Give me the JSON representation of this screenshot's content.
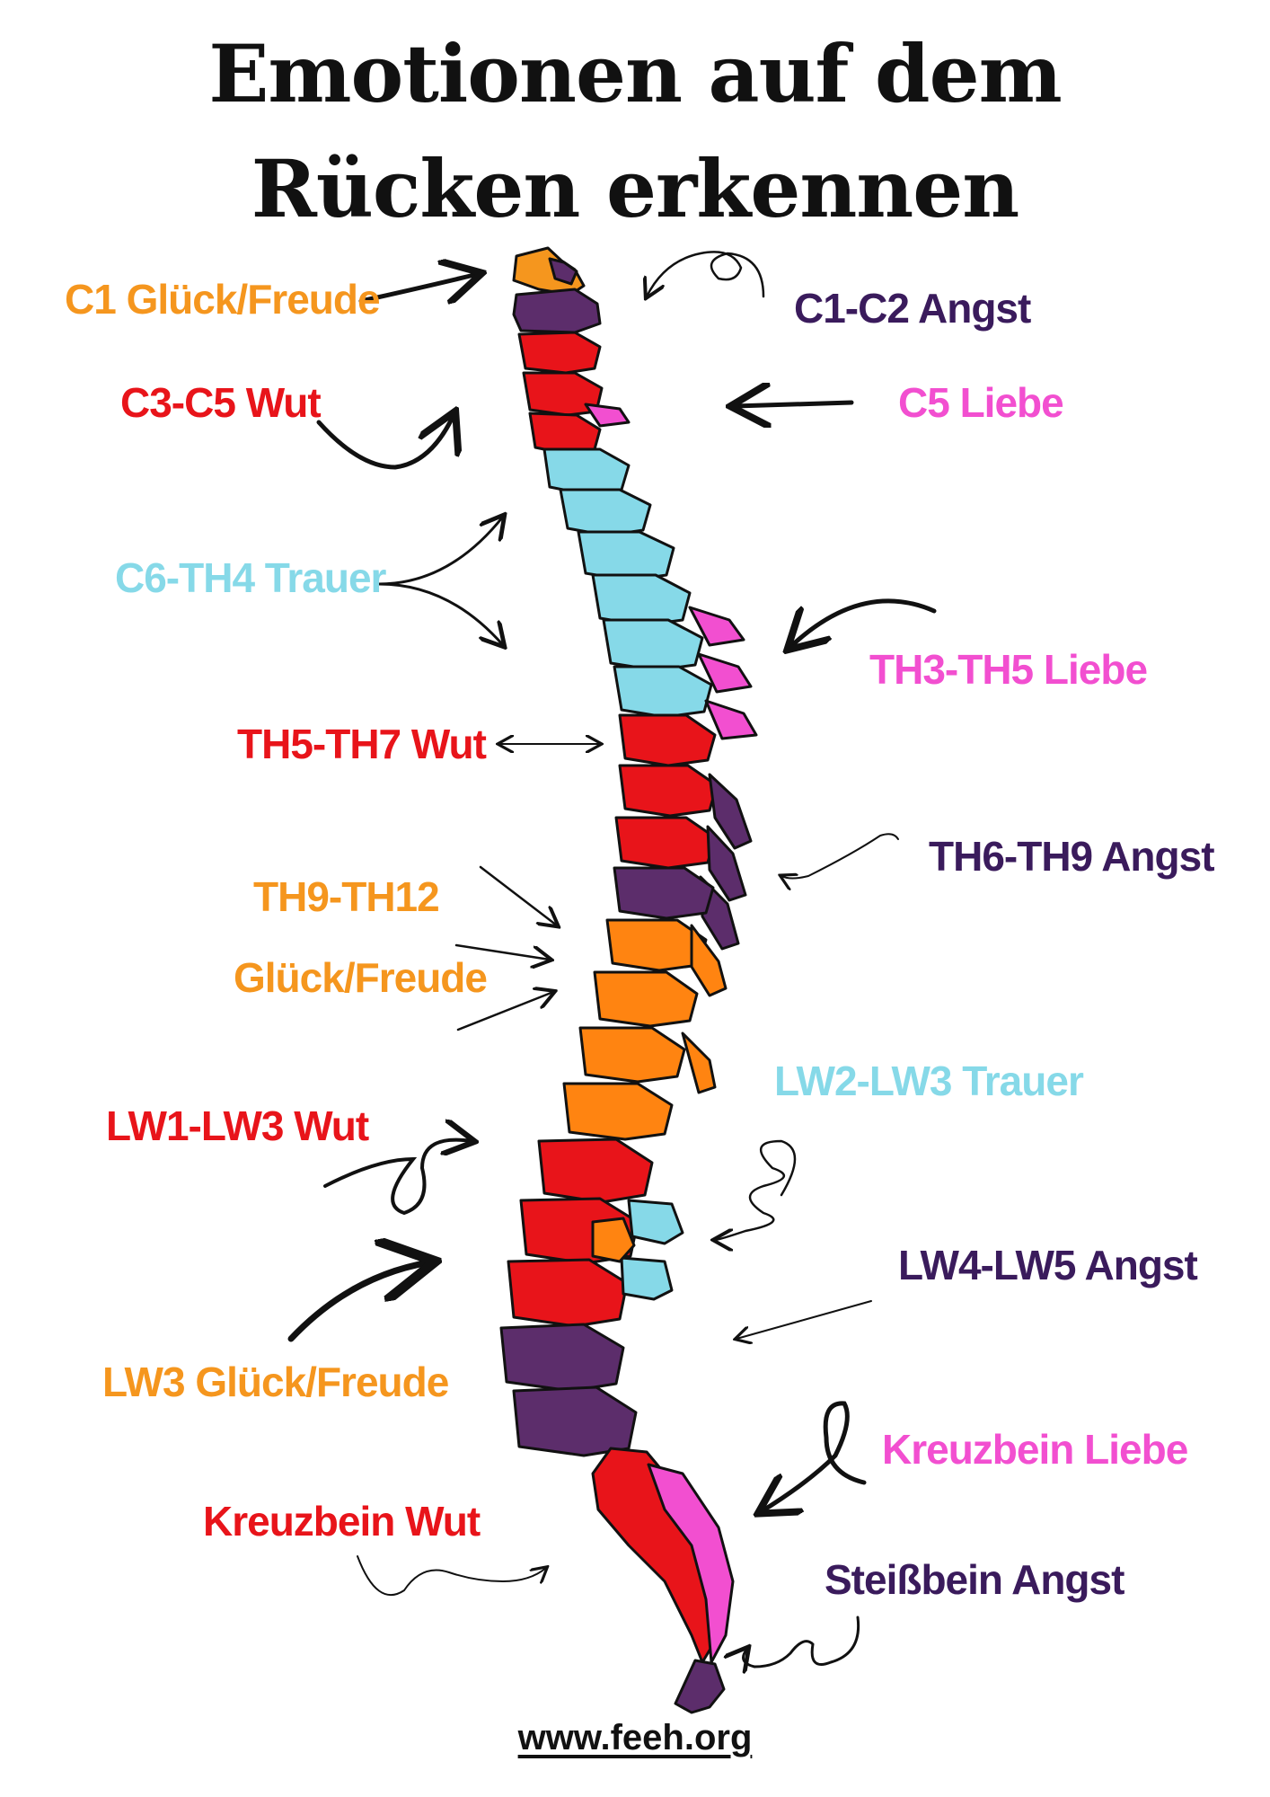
{
  "title": {
    "line1": "Emotionen auf dem",
    "line2": "Rücken erkennen"
  },
  "labels": {
    "c1": "C1 Glück/Freude",
    "c1c2": "C1-C2 Angst",
    "c3c5": "C3-C5 Wut",
    "c5": "C5 Liebe",
    "c6th4": "C6-TH4 Trauer",
    "th3th5": "TH3-TH5 Liebe",
    "th5th7": "TH5-TH7 Wut",
    "th6th9": "TH6-TH9 Angst",
    "th9th12_a": "TH9-TH12",
    "th9th12_b": "Glück/Freude",
    "lw2lw3": "LW2-LW3 Trauer",
    "lw1lw3": "LW1-LW3 Wut",
    "lw4lw5": "LW4-LW5 Angst",
    "lw3": "LW3 Glück/Freude",
    "kreuzbein_liebe": "Kreuzbein Liebe",
    "kreuzbein_wut": "Kreuzbein Wut",
    "steissbein": "Steißbein Angst"
  },
  "footer": "www.feeh.org",
  "colors": {
    "gluck_freude": "#F5961E",
    "angst": "#3A1B5C",
    "wut": "#E8141A",
    "liebe": "#F24FD0",
    "trauer": "#86D9E8"
  }
}
